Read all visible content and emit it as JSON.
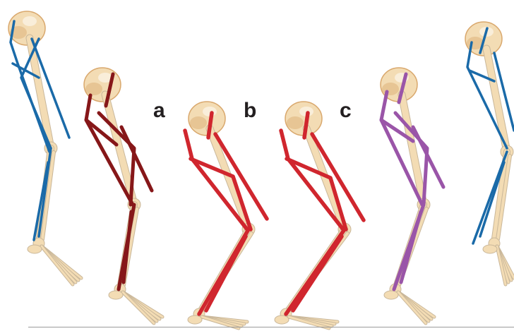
{
  "labels": {
    "a": "a",
    "b": "b",
    "c": "c"
  },
  "colors": {
    "bone": "#f3dcb4",
    "bone_dark": "#d9a86d",
    "bone_outline": "#c9b79a",
    "muscle_blue": "#1a6aa8",
    "muscle_darkred": "#861719",
    "muscle_red": "#d0262e",
    "muscle_purple": "#9a55a8"
  },
  "figures": [
    {
      "name": "left-blue-leg",
      "muscle_color": "muscle_blue",
      "pose": "straight"
    },
    {
      "name": "dark-red-leg",
      "muscle_color": "muscle_darkred",
      "pose": "slight-bend"
    },
    {
      "name": "red-leg-b",
      "muscle_color": "muscle_red",
      "pose": "deep-bend"
    },
    {
      "name": "red-leg-c",
      "muscle_color": "muscle_red",
      "pose": "deep-bend"
    },
    {
      "name": "purple-leg",
      "muscle_color": "muscle_purple",
      "pose": "slight-bend"
    },
    {
      "name": "right-blue-leg",
      "muscle_color": "muscle_blue",
      "pose": "straight-cropped"
    }
  ]
}
